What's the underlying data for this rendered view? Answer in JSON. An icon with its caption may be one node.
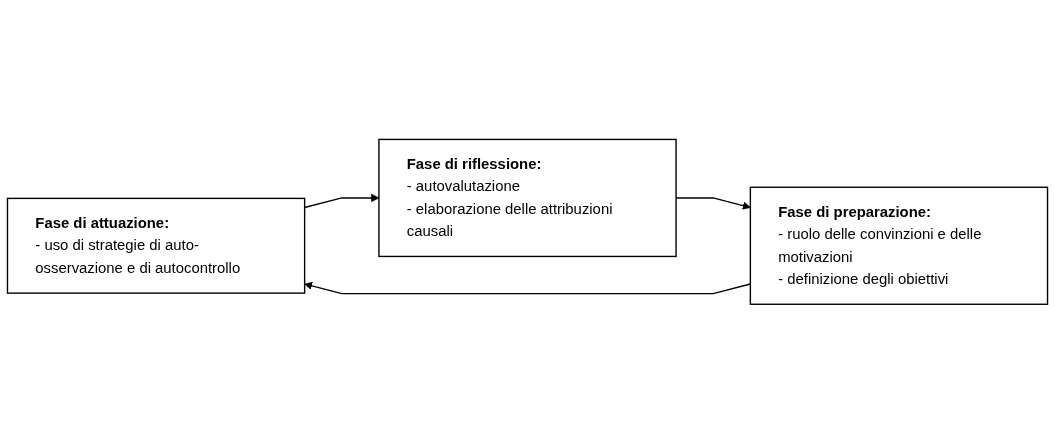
{
  "diagram": {
    "nodes": [
      {
        "text": [
          "Fase di attuazione:",
          "- uso di strategie di auto-osservazione e di autocontrollo"
        ]
      },
      {
        "text": [
          "Fase di preparazione:",
          "- ruolo delle convinzioni e delle motivazioni",
          "- definizione degli obiettivi"
        ]
      },
      {
        "text": [
          "Fase di riflessione:",
          "- autovalutazione",
          "- elaborazione delle attribuzioni causali"
        ]
      }
    ],
    "edges": [
      {
        "from": 1,
        "to": 0,
        "arrow": "to"
      },
      {
        "from": 0,
        "to": 2,
        "arrow": "to"
      },
      {
        "from": 2,
        "to": 1,
        "arrow": "to"
      }
    ]
  }
}
